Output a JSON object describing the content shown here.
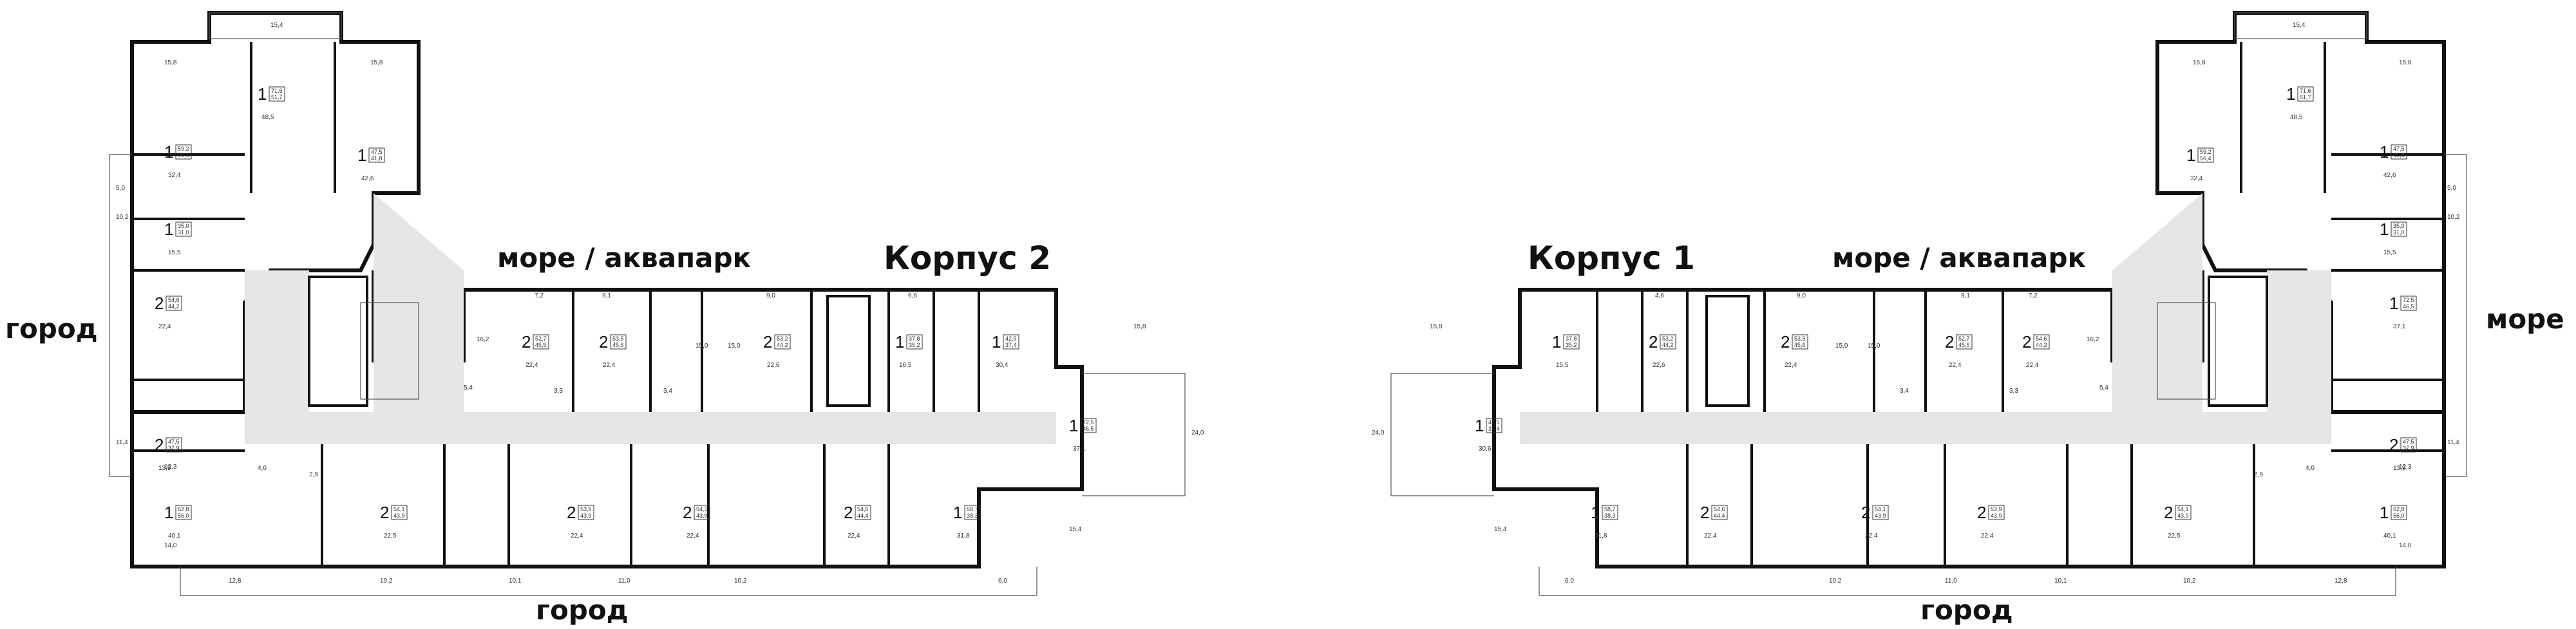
{
  "labels": {
    "gorod": "город",
    "more_akvapark": "море / аквапарк",
    "more": "море",
    "korpus2": "Корпус 2",
    "korpus1": "Корпус 1"
  },
  "left": {
    "units_top": [
      {
        "rooms": "1",
        "a": "71,6",
        "b": "51,7",
        "big": "48,5"
      },
      {
        "rooms": "1",
        "a": "59,2",
        "b": "56,4",
        "big": "32,4"
      },
      {
        "rooms": "1",
        "a": "47,5",
        "b": "41,8",
        "big": "42,6"
      },
      {
        "rooms": "1",
        "a": "35,0",
        "b": "31,0",
        "big": "15,5"
      }
    ],
    "units_mid": [
      {
        "rooms": "2",
        "a": "54,6",
        "b": "44,2",
        "big": "22,4"
      },
      {
        "rooms": "2",
        "a": "47,5",
        "b": "37,9",
        "big": "13,9"
      },
      {
        "rooms": "2",
        "a": "52,7",
        "b": "45,5",
        "big": "22,4"
      },
      {
        "rooms": "2",
        "a": "53,5",
        "b": "45,6",
        "big": "22,4"
      },
      {
        "rooms": "2",
        "a": "53,2",
        "b": "44,2",
        "big": "22,6"
      },
      {
        "rooms": "1",
        "a": "37,8",
        "b": "35,2",
        "big": "16,5"
      },
      {
        "rooms": "1",
        "a": "42,5",
        "b": "37,4",
        "big": "30,4"
      },
      {
        "rooms": "1",
        "a": "72,5",
        "b": "46,5",
        "big": "37,1"
      }
    ],
    "units_bot": [
      {
        "rooms": "1",
        "a": "62,8",
        "b": "56,0",
        "big": "40,1"
      },
      {
        "rooms": "2",
        "a": "54,1",
        "b": "43,9",
        "big": "22,5"
      },
      {
        "rooms": "2",
        "a": "53,9",
        "b": "43,9",
        "big": "22,4"
      },
      {
        "rooms": "2",
        "a": "54,1",
        "b": "43,9",
        "big": "22,4"
      },
      {
        "rooms": "2",
        "a": "54,6",
        "b": "44,4",
        "big": "22,4"
      },
      {
        "rooms": "1",
        "a": "58,7",
        "b": "38,3",
        "big": "31,8"
      }
    ],
    "small_areas": [
      "15,4",
      "15,8",
      "15,8",
      "9,1",
      "9,0",
      "7,2",
      "6,6",
      "16,2",
      "15,0",
      "15,0",
      "10,2",
      "11,4",
      "12,3",
      "14,0",
      "12,8",
      "10,2",
      "10,1",
      "11,0",
      "10,2",
      "6,0",
      "15,4",
      "24,0",
      "15,8",
      "5,0",
      "3,3",
      "3,4",
      "5,4",
      "2,9",
      "4,0"
    ]
  },
  "right": {
    "units_top": [
      {
        "rooms": "1",
        "a": "71,6",
        "b": "51,7",
        "big": "48,5"
      },
      {
        "rooms": "1",
        "a": "47,5",
        "b": "41,8",
        "big": "42,6"
      },
      {
        "rooms": "1",
        "a": "59,2",
        "b": "56,4",
        "big": "32,4"
      },
      {
        "rooms": "1",
        "a": "35,0",
        "b": "31,0",
        "big": "15,5"
      }
    ],
    "units_mid": [
      {
        "rooms": "1",
        "a": "42,5",
        "b": "37,4",
        "big": "30,6"
      },
      {
        "rooms": "1",
        "a": "37,8",
        "b": "35,2",
        "big": "15,5"
      },
      {
        "rooms": "2",
        "a": "53,2",
        "b": "44,2",
        "big": "22,6"
      },
      {
        "rooms": "2",
        "a": "53,5",
        "b": "45,6",
        "big": "22,4"
      },
      {
        "rooms": "2",
        "a": "52,7",
        "b": "45,5",
        "big": "22,4"
      },
      {
        "rooms": "2",
        "a": "54,6",
        "b": "44,2",
        "big": "22,4"
      },
      {
        "rooms": "2",
        "a": "47,5",
        "b": "37,9",
        "big": "13,9"
      },
      {
        "rooms": "1",
        "a": "72,5",
        "b": "46,5",
        "big": "37,1"
      }
    ],
    "units_bot": [
      {
        "rooms": "1",
        "a": "58,7",
        "b": "38,3",
        "big": "31,8"
      },
      {
        "rooms": "2",
        "a": "54,6",
        "b": "44,4",
        "big": "22,4"
      },
      {
        "rooms": "2",
        "a": "54,1",
        "b": "43,9",
        "big": "22,4"
      },
      {
        "rooms": "2",
        "a": "53,9",
        "b": "43,9",
        "big": "22,4"
      },
      {
        "rooms": "2",
        "a": "54,1",
        "b": "43,9",
        "big": "22,5"
      },
      {
        "rooms": "1",
        "a": "62,8",
        "b": "56,0",
        "big": "40,1"
      }
    ],
    "small_areas": [
      "15,4",
      "15,8",
      "15,8",
      "9,1",
      "9,0",
      "7,2",
      "4,6",
      "16,2",
      "15,0",
      "15,0",
      "10,2",
      "11,4",
      "12,3",
      "14,0",
      "12,8",
      "10,2",
      "10,1",
      "11,0",
      "10,2",
      "6,0",
      "15,4",
      "24,0",
      "15,8",
      "5,0",
      "3,3",
      "3,4",
      "5,4",
      "2,9",
      "4,0"
    ]
  }
}
